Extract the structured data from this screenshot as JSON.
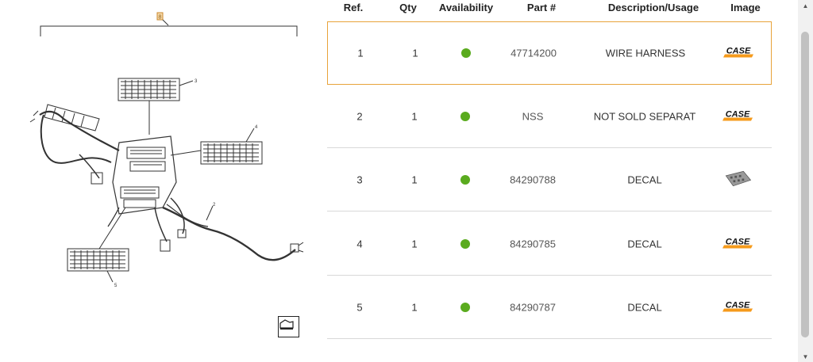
{
  "diagram": {
    "callouts": {
      "top": "8",
      "c1": "3",
      "c2": "4",
      "c3": "2",
      "c4": "5"
    }
  },
  "table": {
    "headers": {
      "ref": "Ref.",
      "qty": "Qty",
      "availability": "Availability",
      "part": "Part #",
      "description": "Description/Usage",
      "image": "Image"
    },
    "rows": [
      {
        "ref": "1",
        "qty": "1",
        "part": "47714200",
        "description": "WIRE HARNESS",
        "image": "case-logo"
      },
      {
        "ref": "2",
        "qty": "1",
        "part": "NSS",
        "description": "NOT SOLD SEPARAT",
        "image": "case-logo"
      },
      {
        "ref": "3",
        "qty": "1",
        "part": "84290788",
        "description": "DECAL",
        "image": "decal-thumbnail"
      },
      {
        "ref": "4",
        "qty": "1",
        "part": "84290785",
        "description": "DECAL",
        "image": "case-logo"
      },
      {
        "ref": "5",
        "qty": "1",
        "part": "84290787",
        "description": "DECAL",
        "image": "case-logo"
      }
    ],
    "selected_row": 1
  },
  "colors": {
    "available": "#5aab1e",
    "selected_border": "#e8a33a",
    "case_orange": "#f59a1b"
  }
}
